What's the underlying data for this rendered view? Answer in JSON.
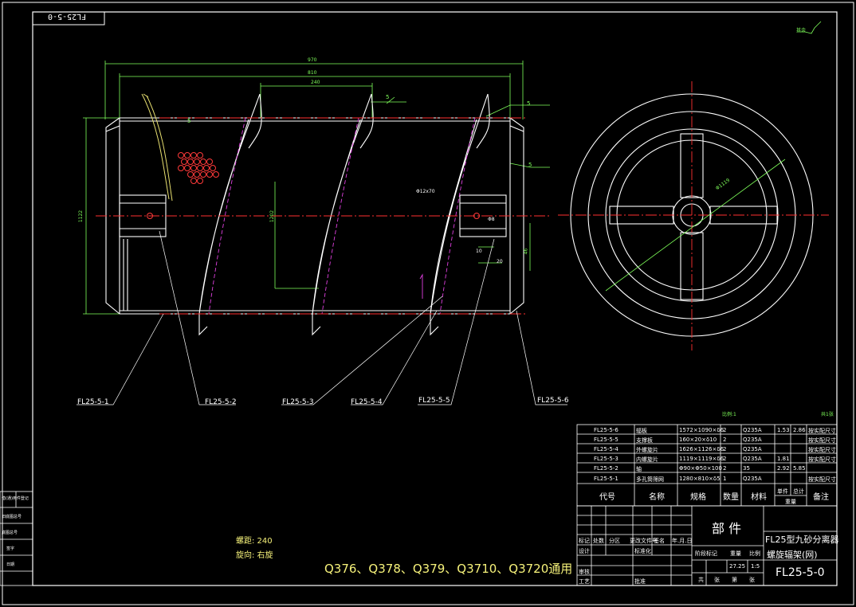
{
  "drawing": {
    "code_box": "FL25-5-0",
    "roughness_mark": "其余",
    "scale_note": "比例:1",
    "sheet_note": "共1张",
    "dims": {
      "overall_outer": "970",
      "overall_inner": "810",
      "pitch": "240",
      "height_left": "1122",
      "height_inner": "1202",
      "bore": "Φ12x70",
      "d_right": "Φ1119",
      "hole_dim": "Φ8",
      "d_hub": "46",
      "d_a": "10",
      "d_b": "20",
      "weld1": "5",
      "weld2": "5",
      "weld3": "5",
      "weld4": "5"
    },
    "callouts": [
      "FL25-5-1",
      "FL25-5-2",
      "FL25-5-3",
      "FL25-5-4",
      "FL25-5-5",
      "FL25-5-6"
    ],
    "notes": {
      "pitch_label": "螺距: 240",
      "direction_label": "旋向: 右旋",
      "applicable": "Q376、Q378、Q379、Q3710、Q3720通用"
    },
    "bom": {
      "rows": [
        {
          "code": "FL25-5-6",
          "name": "辐板",
          "spec": "1572×1090×δ6",
          "qty": "2",
          "mat": "Q235A",
          "w1": "1.53",
          "w2": "2.86",
          "note": "按实配尺寸"
        },
        {
          "code": "FL25-5-5",
          "name": "支撑板",
          "spec": "160×20×δ10",
          "qty": "2",
          "mat": "Q235A",
          "w1": "",
          "w2": "",
          "note": "按实配尺寸"
        },
        {
          "code": "FL25-5-4",
          "name": "外螺旋片",
          "spec": "1626×1126×δ6",
          "qty": "2",
          "mat": "Q235A",
          "w1": "",
          "w2": "",
          "note": "按实配尺寸"
        },
        {
          "code": "FL25-5-3",
          "name": "内螺旋片",
          "spec": "1119×1119×δ6",
          "qty": "2",
          "mat": "Q235A",
          "w1": "1.81",
          "w2": "",
          "note": "按实配尺寸"
        },
        {
          "code": "FL25-5-2",
          "name": "轴",
          "spec": "Φ90×Φ50×100",
          "qty": "2",
          "mat": "35",
          "w1": "2.92",
          "w2": "5.85",
          "note": ""
        },
        {
          "code": "FL25-5-1",
          "name": "多孔筒筛网",
          "spec": "1280×810×δ5",
          "qty": "1",
          "mat": "Q235A",
          "w1": "",
          "w2": "",
          "note": "按实配尺寸"
        }
      ],
      "header": {
        "code": "代号",
        "name": "名称",
        "spec": "规格",
        "qty": "数量",
        "mat": "材料",
        "w_single": "单件",
        "w_total": "总计",
        "weight": "重量",
        "note": "备注"
      }
    },
    "title_block": {
      "part_label": "部  件",
      "product": "FL25型九砂分离器",
      "part_name": "螺旋辐架(网)",
      "drawing_no": "FL25-5-0",
      "left_rows": [
        "标记",
        "设计",
        "审核",
        "工艺"
      ],
      "sig_cols": [
        "处数",
        "分区",
        "更改文件号",
        "签名",
        "年.月.日"
      ],
      "std_label": "标准化",
      "approve_label": "批准",
      "stage_labels": [
        "阶段标记",
        "重量",
        "比例"
      ],
      "scale_val": "1:5",
      "weight_val": "27.25",
      "sheet_labels": [
        "共",
        "张",
        "第",
        "张"
      ]
    },
    "side_labels": [
      "借(通)用件登记",
      "旧底图总号",
      "底图总号",
      "签字",
      "日期"
    ]
  }
}
